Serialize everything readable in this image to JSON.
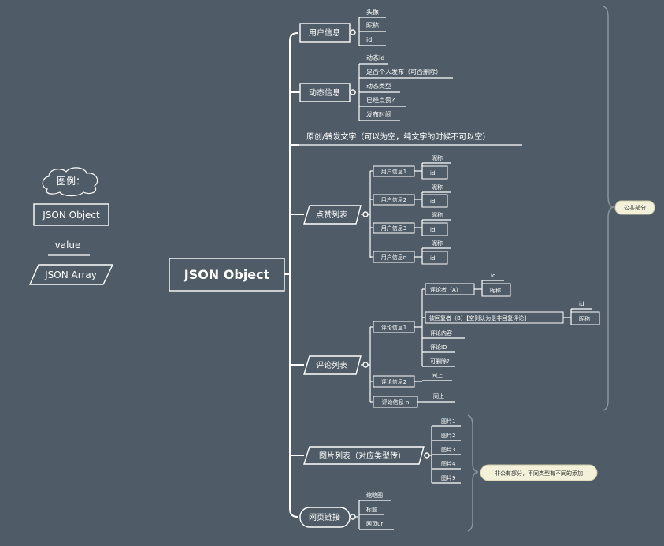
{
  "legend": {
    "title": "图例：",
    "object_label": "JSON Object",
    "value_label": "value",
    "array_label": "JSON Array"
  },
  "root": "JSON Object",
  "user_info": {
    "label": "用户信息",
    "children": [
      "头像",
      "昵称",
      "id"
    ]
  },
  "dynamic_info": {
    "label": "动态信息",
    "children": [
      "动态id",
      "是否个人发布（可否删除）",
      "动态类型",
      "已经点赞?",
      "发布时间"
    ]
  },
  "original_text": "原创/转发文字（可以为空，纯文字的时候不可以空）",
  "like_list": {
    "label": "点赞列表",
    "items": [
      {
        "label": "用户信息1",
        "fields": [
          "昵称",
          "id"
        ]
      },
      {
        "label": "用户信息2",
        "fields": [
          "昵称",
          "id"
        ]
      },
      {
        "label": "用户信息3",
        "fields": [
          "昵称",
          "id"
        ]
      },
      {
        "label": "用户信息n",
        "fields": [
          "昵称",
          "id"
        ]
      }
    ]
  },
  "comment_list": {
    "label": "评论列表",
    "item1": {
      "label": "评论信息1",
      "commenter": {
        "label": "评论者（A）",
        "fields": [
          "id",
          "昵称"
        ]
      },
      "replied": {
        "label": "被回复者（B）【空则认为是非回复评论】",
        "fields": [
          "id",
          "昵称"
        ]
      },
      "fields": [
        "评论内容",
        "评论ID",
        "可删除?"
      ]
    },
    "item2": {
      "label": "评论信息2",
      "value": "同上"
    },
    "itemn": {
      "label": "评论信息 n",
      "value": "同上"
    }
  },
  "image_list": {
    "label": "图片列表（对应类型传）",
    "items": [
      "图片1",
      "图片2",
      "图片3",
      "图片4",
      "图片9"
    ]
  },
  "web_link": {
    "label": "网页链接",
    "children": [
      "缩略图",
      "标题",
      "网页url"
    ]
  },
  "notes": {
    "public": "公共部分",
    "non_public": "非公有部分，不同类型有不同的添加"
  }
}
